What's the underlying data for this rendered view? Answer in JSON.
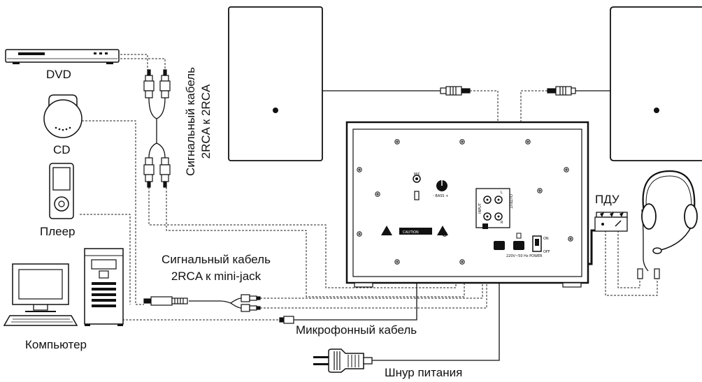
{
  "labels": {
    "dvd": "DVD",
    "cd": "CD",
    "player": "Плеер",
    "computer": "Компьютер",
    "signal_cable_rca_line1": "Сигнальный кабель",
    "signal_cable_rca_line2": "2RCA к 2RCA",
    "signal_cable_jack_line1": "Сигнальный кабель",
    "signal_cable_jack_line2": "2RCA к mini-jack",
    "mic_cable": "Микрофонный кабель",
    "power_cord": "Шнур питания",
    "remote": "ПДУ"
  },
  "panel": {
    "mic": "MIC",
    "bass": "- BASS +",
    "caution": "CAUTION",
    "power_spec": "220V~50 Hz POWER",
    "on": "ON",
    "off": "OFF",
    "input": "INPUT",
    "output": "OUTPUT",
    "left": "L",
    "right": "R"
  },
  "icons": [
    "dvd-player-icon",
    "cd-player-icon",
    "media-player-icon",
    "computer-icon",
    "speaker-icon",
    "subwoofer-icon",
    "headphones-icon",
    "power-plug-icon",
    "rca-plug-icon",
    "minijack-plug-icon",
    "remote-control-icon"
  ]
}
